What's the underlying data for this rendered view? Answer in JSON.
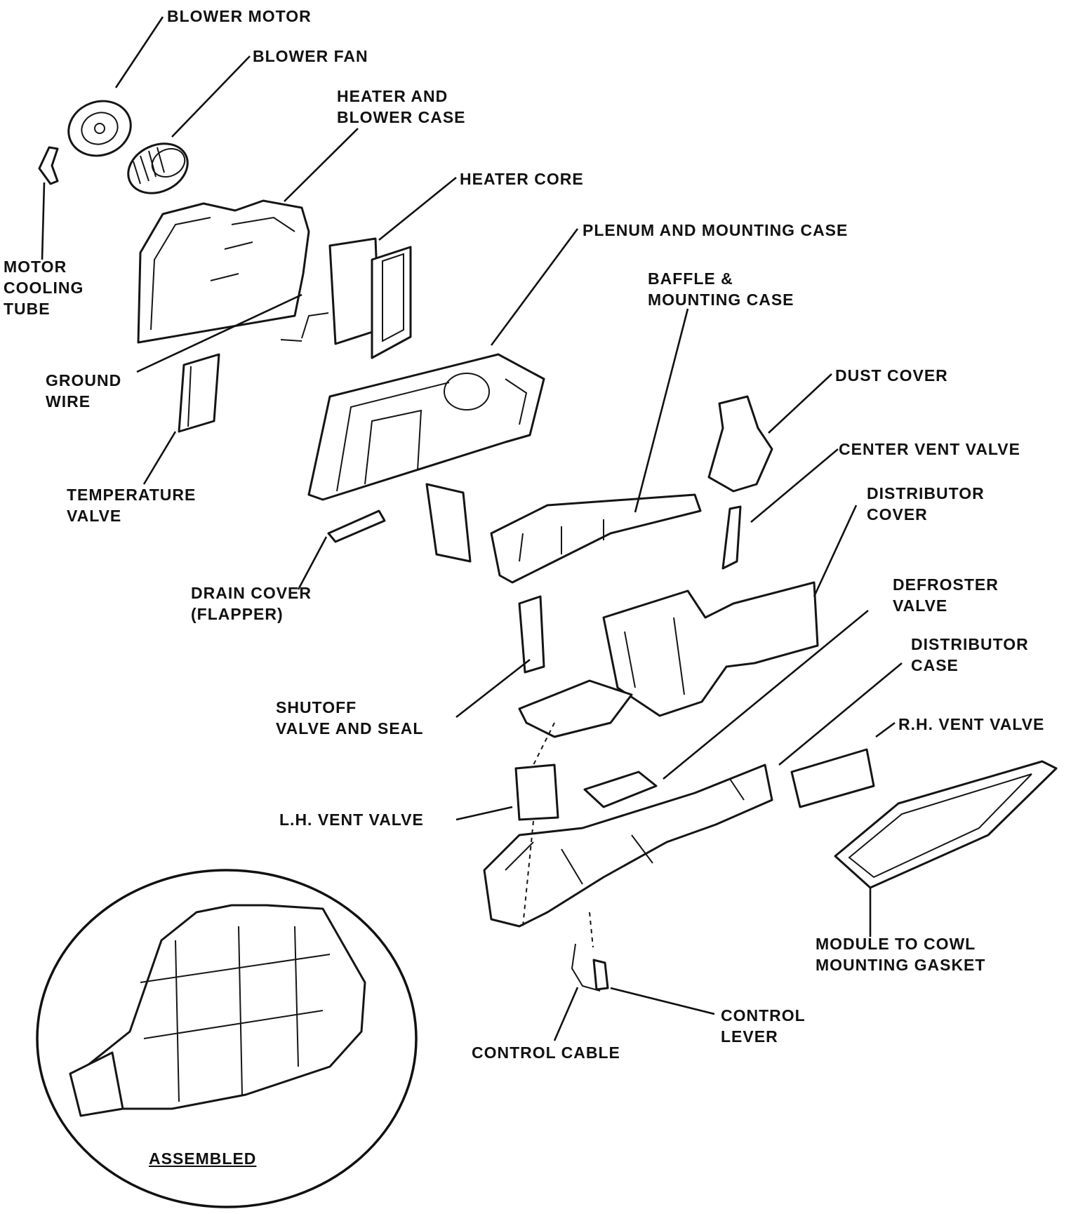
{
  "diagram": {
    "labels": {
      "blower_motor": "BLOWER MOTOR",
      "blower_fan": "BLOWER FAN",
      "heater_blower_case": [
        "HEATER AND",
        "BLOWER CASE"
      ],
      "heater_core": "HEATER CORE",
      "plenum_case": "PLENUM AND MOUNTING CASE",
      "baffle_case": [
        "BAFFLE &",
        "MOUNTING CASE"
      ],
      "motor_cooling_tube": [
        "MOTOR",
        "COOLING",
        "TUBE"
      ],
      "ground_wire": [
        "GROUND",
        "WIRE"
      ],
      "dust_cover": "DUST COVER",
      "center_vent_valve": "CENTER VENT VALVE",
      "temperature_valve": [
        "TEMPERATURE",
        "VALVE"
      ],
      "distributor_cover": [
        "DISTRIBUTOR",
        "COVER"
      ],
      "drain_cover": [
        "DRAIN COVER",
        "(FLAPPER)"
      ],
      "defroster_valve": [
        "DEFROSTER",
        "VALVE"
      ],
      "distributor_case": [
        "DISTRIBUTOR",
        "CASE"
      ],
      "shutoff_valve": [
        "SHUTOFF",
        "VALVE AND SEAL"
      ],
      "rh_vent_valve": "R.H. VENT VALVE",
      "lh_vent_valve": "L.H. VENT VALVE",
      "gasket": [
        "MODULE TO COWL",
        "MOUNTING GASKET"
      ],
      "control_lever": [
        "CONTROL",
        "LEVER"
      ],
      "control_cable": "CONTROL CABLE",
      "assembled": "ASSEMBLED"
    },
    "colors": {
      "ink": "#151515",
      "paper": "#ffffff"
    }
  }
}
